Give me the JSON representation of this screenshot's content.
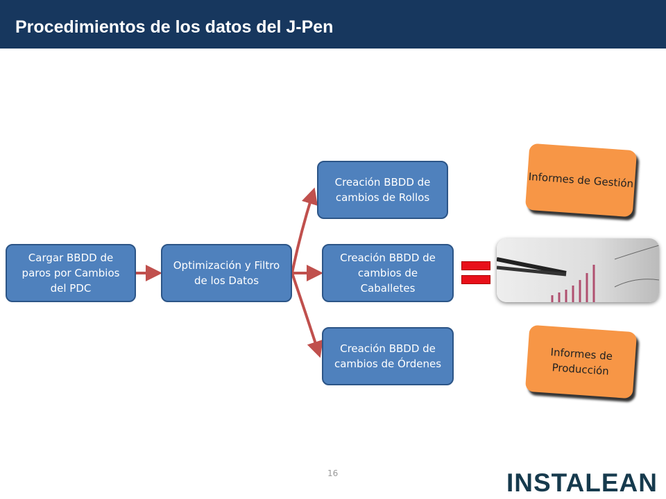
{
  "header": {
    "title": "Procedimientos de los datos del J-Pen"
  },
  "flow": {
    "load": "Cargar BBDD de\nparos por Cambios\ndel PDC",
    "optimize": "Optimización y Filtro\nde los Datos",
    "rolls": "Creación BBDD de\ncambios de Rollos",
    "trestles": "Creación BBDD de\ncambios de\nCaballetes",
    "orders": "Creación BBDD de\ncambios de Órdenes"
  },
  "reports": {
    "management": "Informes de Gestión",
    "production": "Informes de\nProducción"
  },
  "footer": {
    "page": "16",
    "logo": "INSTALEAN"
  },
  "colors": {
    "header": "#17375e",
    "box": "#4f81bd",
    "arrow": "#c0504d",
    "report": "#f79646"
  }
}
